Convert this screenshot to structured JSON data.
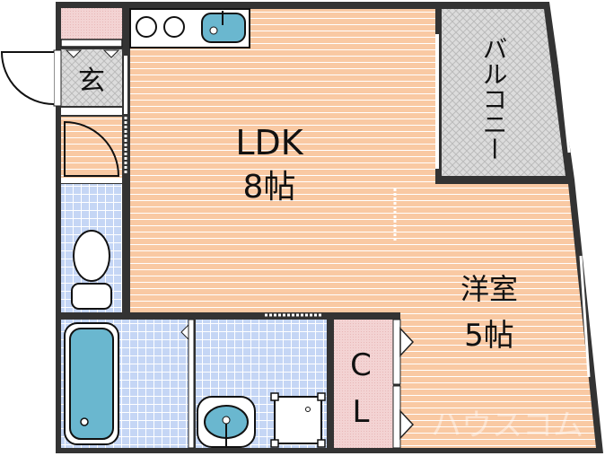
{
  "rooms": {
    "entrance": {
      "label": "玄"
    },
    "ldk": {
      "label": "LDK",
      "size": "8帖"
    },
    "balcony": {
      "label": "バルコニー"
    },
    "western_room": {
      "label": "洋室",
      "size": "5帖"
    },
    "closet": {
      "label_top": "C",
      "label_bottom": "L"
    }
  },
  "watermark": "ハウスコム",
  "colors": {
    "wall": "#333333",
    "wood_floor": "#f9c9a3",
    "tile": "#c5d6f5",
    "pink": "#f3d3d3",
    "balcony": "#d9d9d9",
    "fixture_blue": "#6ab7cf"
  }
}
